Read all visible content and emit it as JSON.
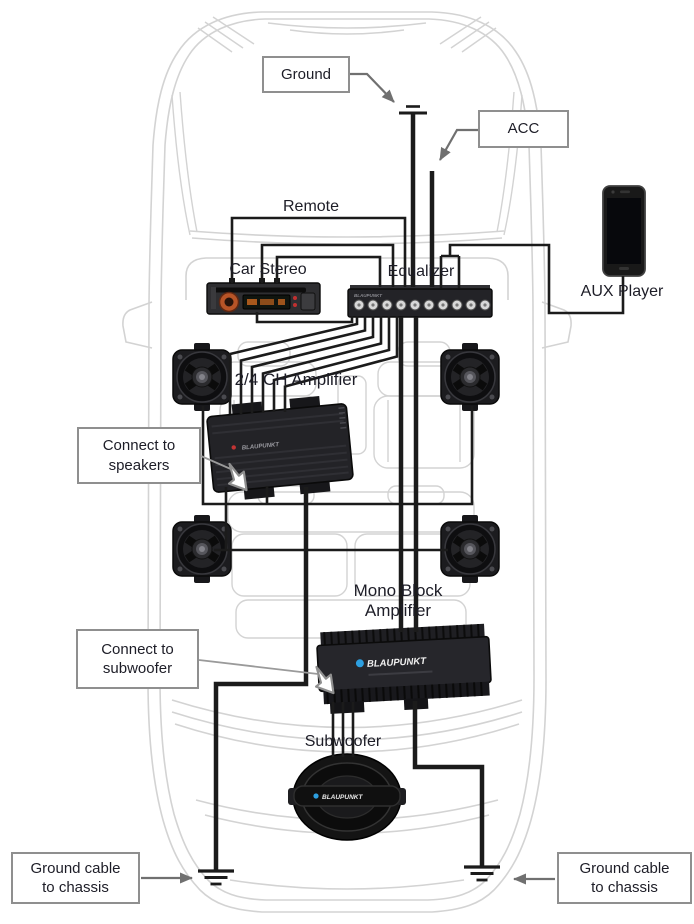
{
  "title": "Car audio system wiring diagram",
  "colors": {
    "wire": "#1b1b1b",
    "arrow_gray": "#707070",
    "callout_border": "#8f8f8f",
    "text": "#1d1d27",
    "car_outline": "#d3d3d3",
    "brand_blue": "#2d9fe0",
    "stereo_knob_orange": "#b75427"
  },
  "brand": {
    "name": "BLAUPUNKT"
  },
  "labels": {
    "remote": "Remote",
    "car_stereo": "Car Stereo",
    "equalizer": "Equalizer",
    "aux_player": "AUX Player",
    "ch_amplifier": "2/4 CH Amplifier",
    "mono_block_line1": "Mono Block",
    "mono_block_line2": "Amplifier",
    "subwoofer": "Subwoofer"
  },
  "callouts": {
    "ground": {
      "label": "Ground"
    },
    "acc": {
      "label": "ACC"
    },
    "connect_speakers": {
      "line1": "Connect to",
      "line2": "speakers"
    },
    "connect_subwoofer": {
      "line1": "Connect to",
      "line2": "subwoofer"
    },
    "ground_chassis_left": {
      "line1": "Ground cable",
      "line2": "to chassis"
    },
    "ground_chassis_right": {
      "line1": "Ground cable",
      "line2": "to chassis"
    }
  }
}
